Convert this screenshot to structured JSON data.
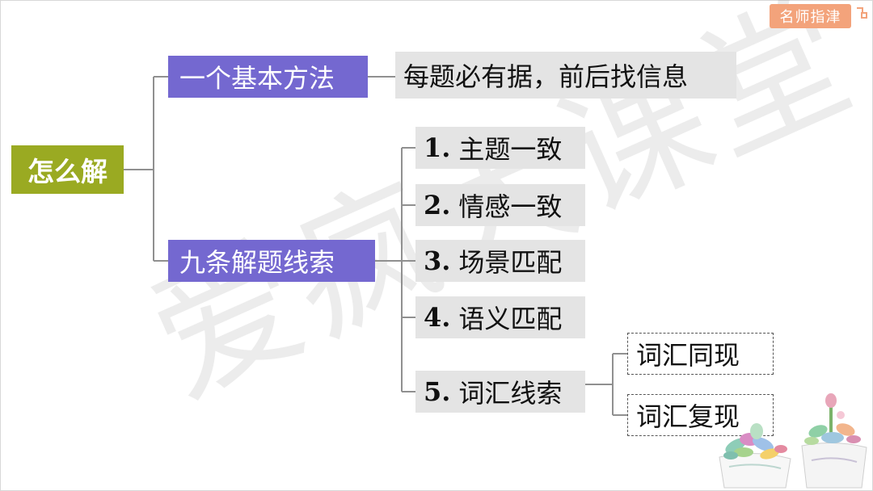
{
  "watermark": "爱疯大课堂",
  "brand": {
    "label": "名师指津"
  },
  "root": {
    "label": "怎么解"
  },
  "branch_method": {
    "label": "一个基本方法",
    "detail": "每题必有据，前后找信息"
  },
  "branch_clues": {
    "label": "九条解题线索",
    "items": [
      {
        "num": "1.",
        "text": "主题一致"
      },
      {
        "num": "2.",
        "text": "情感一致"
      },
      {
        "num": "3.",
        "text": "场景匹配"
      },
      {
        "num": "4.",
        "text": "语义匹配"
      },
      {
        "num": "5.",
        "text": "词汇线索"
      }
    ],
    "sub_items": [
      "词汇同现",
      "词汇复现"
    ]
  },
  "colors": {
    "root": "#9aaa22",
    "branch": "#7468d0",
    "leaf": "#e4e4e4",
    "brand": "#f3a37b",
    "connector": "#909090"
  },
  "decoration": {
    "icon": "succulent-plants-illustration"
  }
}
